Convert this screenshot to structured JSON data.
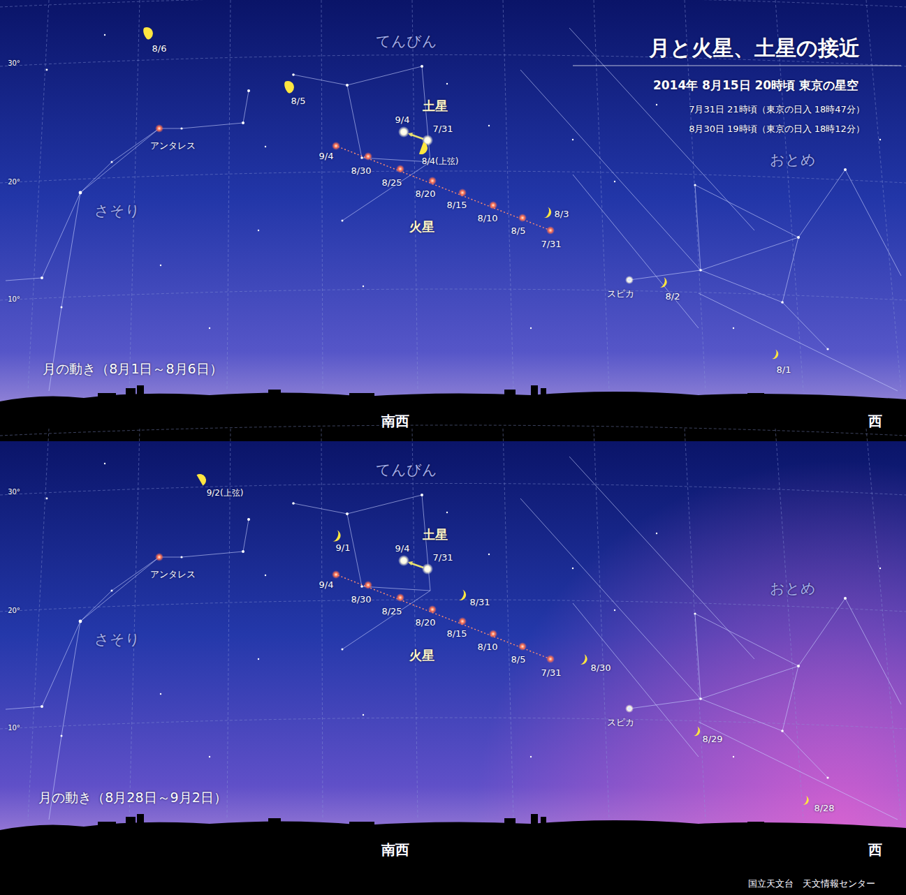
{
  "diagram": {
    "title": "月と火星、土星の接近",
    "labels": [
      "2014年 8月15日 20時頃 東京の星空",
      "7月31日 21時頃（東京の日入 18時47分）",
      "8月30日 19時頃（東京の日入 18時12分）",
      "てんびん",
      "おとめ",
      "さそり",
      "アンタレス",
      "スピカ",
      "土星",
      "9/4",
      "7/31",
      "火星",
      "9/4",
      "8/30",
      "8/25",
      "8/20",
      "8/15",
      "8/10",
      "8/5",
      "7/31",
      "8/6",
      "8/5",
      "8/4(上弦)",
      "8/3",
      "8/2",
      "8/1",
      "30°",
      "20°",
      "10°",
      "月の動き（8月1日～8月6日）",
      "南西",
      "西",
      "てんびん",
      "おとめ",
      "さそり",
      "アンタレス",
      "スピカ",
      "土星",
      "9/4",
      "7/31",
      "火星",
      "9/4",
      "8/30",
      "8/25",
      "8/20",
      "8/15",
      "8/10",
      "8/5",
      "7/31",
      "9/2(上弦)",
      "9/1",
      "8/31",
      "8/30",
      "8/29",
      "8/28",
      "30°",
      "20°",
      "10°",
      "月の動き（8月28日～9月2日）",
      "南西",
      "西",
      "国立天文台　天文情報センター"
    ]
  }
}
